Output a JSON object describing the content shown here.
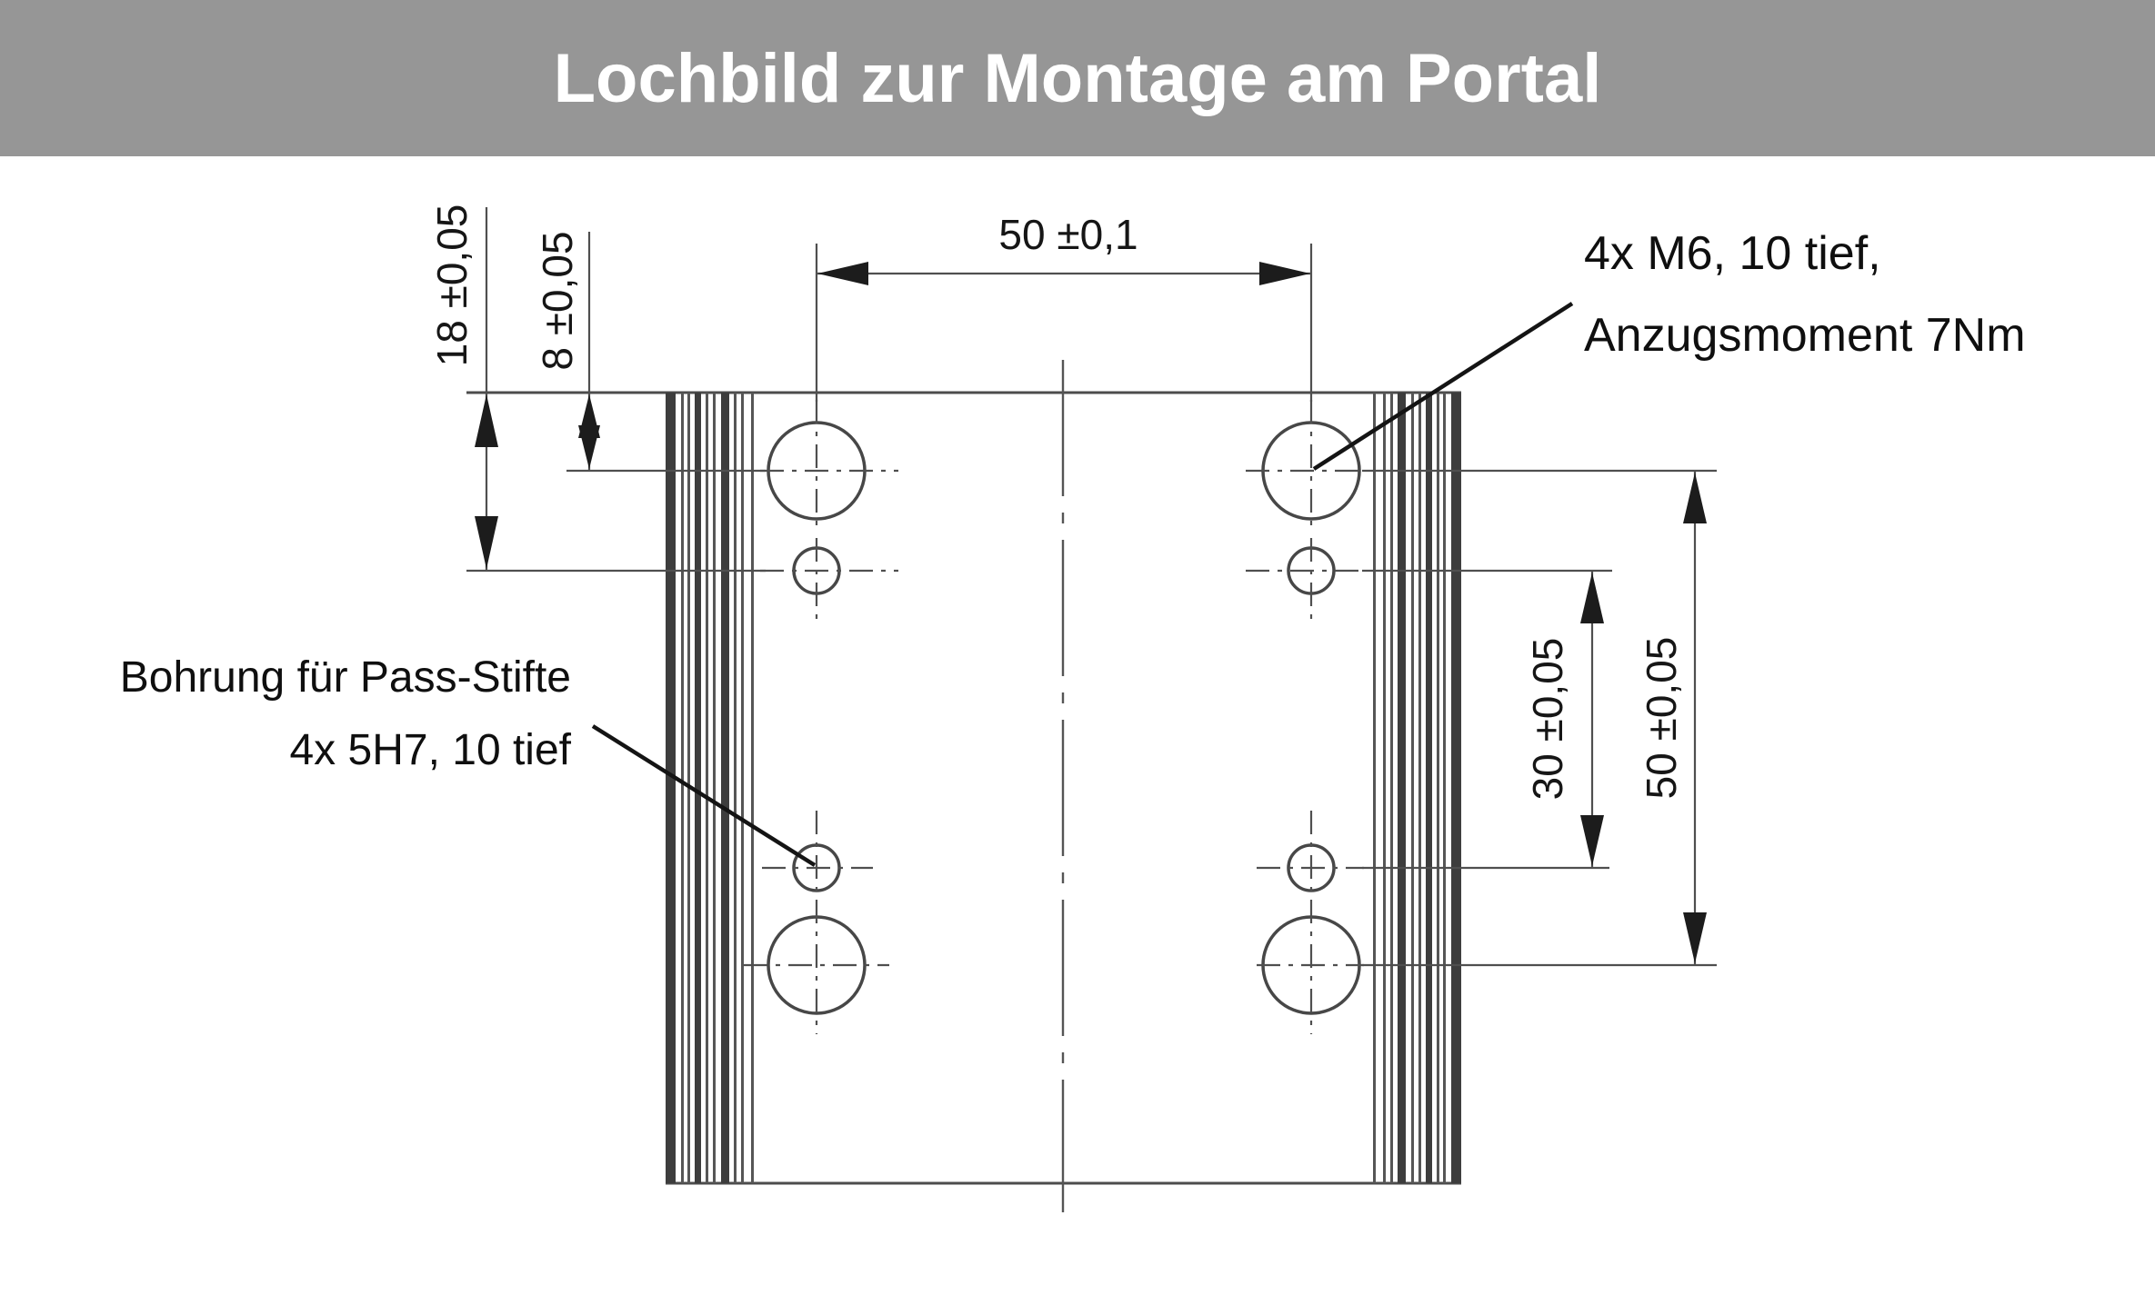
{
  "title_bar": {
    "title": "Lochbild zur Montage am Portal",
    "background": "#969696",
    "text_color": "#ffffff"
  },
  "drawing": {
    "type": "technical-drawing",
    "subject": "hole pattern of mounting plate, top view",
    "line_color": "#4c4c4c",
    "text_color": "#161616",
    "background": "#ffffff",
    "dimension_labels": {
      "hole_spacing_horizontal": "50 ±0,1",
      "top_edge_to_pin_hole_row": "18 ±0,05",
      "top_edge_to_m6_hole_row": "8 ±0,05",
      "pin_hole_row_spacing": "30 ±0,05",
      "m6_hole_row_spacing": "50 ±0,05"
    },
    "annotations": {
      "m6_note_line1": "4x M6, 10 tief,",
      "m6_note_line2": "Anzugsmoment 7Nm",
      "pin_note_line1": "Bohrung für Pass-Stifte",
      "pin_note_line2": "4x 5H7, 10 tief"
    },
    "features": {
      "m6_hole_count": "4",
      "pin_hole_count": "4"
    }
  }
}
